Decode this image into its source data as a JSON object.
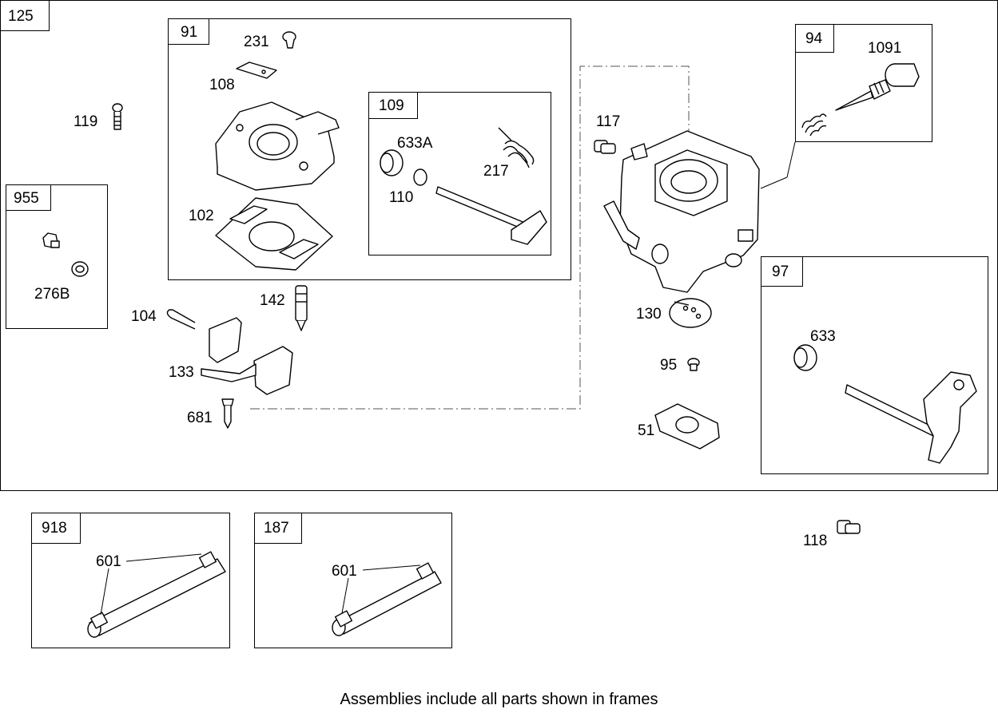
{
  "frames": {
    "main": "125",
    "f91": "91",
    "f109": "109",
    "f955": "955",
    "f94": "94",
    "f97": "97",
    "f918": "918",
    "f187": "187"
  },
  "parts": {
    "p231": "231",
    "p108": "108",
    "p119": "119",
    "p633a": "633A",
    "p217": "217",
    "p110": "110",
    "p102": "102",
    "p276b": "276B",
    "p142": "142",
    "p104": "104",
    "p133": "133",
    "p681": "681",
    "p117": "117",
    "p1091": "1091",
    "p130": "130",
    "p633": "633",
    "p95": "95",
    "p51": "51",
    "p601a": "601",
    "p601b": "601",
    "p118": "118"
  },
  "footnote": "Assemblies include all parts shown in frames"
}
